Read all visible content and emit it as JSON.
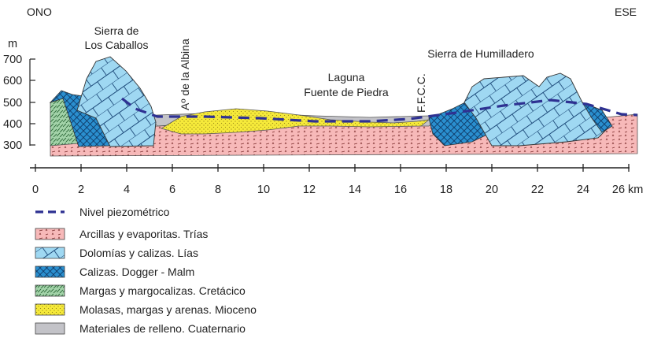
{
  "orientation": {
    "west": "ONO",
    "east": "ESE"
  },
  "vertical_axis": {
    "unit": "m",
    "ticks": [
      "700",
      "600",
      "500",
      "400",
      "300"
    ]
  },
  "horizontal_axis": {
    "unit": "km",
    "ticks": [
      "0",
      "2",
      "4",
      "6",
      "8",
      "10",
      "12",
      "14",
      "16",
      "18",
      "20",
      "22",
      "24",
      "26"
    ]
  },
  "place_labels": {
    "sierra_caballos": [
      "Sierra de",
      "Los Caballos"
    ],
    "arroyo": "Aº de la Albina",
    "laguna": [
      "Laguna",
      "Fuente de Piedra"
    ],
    "ffcc": "F.F.C.C.",
    "sierra_humilladero": "Sierra de Humilladero"
  },
  "legend": [
    {
      "label": "Nivel piezométrico",
      "color": "#2e3192",
      "icon": "dashed-line"
    },
    {
      "label": "Arcillas y evaporitas. Trías",
      "color": "#f7b9b9",
      "icon": "trias-swatch"
    },
    {
      "label": "Dolomías y calizas. Lías",
      "color": "#9fd8f2",
      "icon": "lias-swatch"
    },
    {
      "label": "Calizas. Dogger - Malm",
      "color": "#1f6aa6",
      "icon": "dogger-swatch"
    },
    {
      "label": "Margas y margocalizas. Cretácico",
      "color": "#a3d3a9",
      "icon": "cretacico-swatch"
    },
    {
      "label": "Molasas, margas y arenas. Mioceno",
      "color": "#f6ea3a",
      "icon": "mioceno-swatch"
    },
    {
      "label": "Materiales de relleno. Cuaternario",
      "color": "#c3c3c8",
      "icon": "cuaternario-swatch"
    }
  ]
}
